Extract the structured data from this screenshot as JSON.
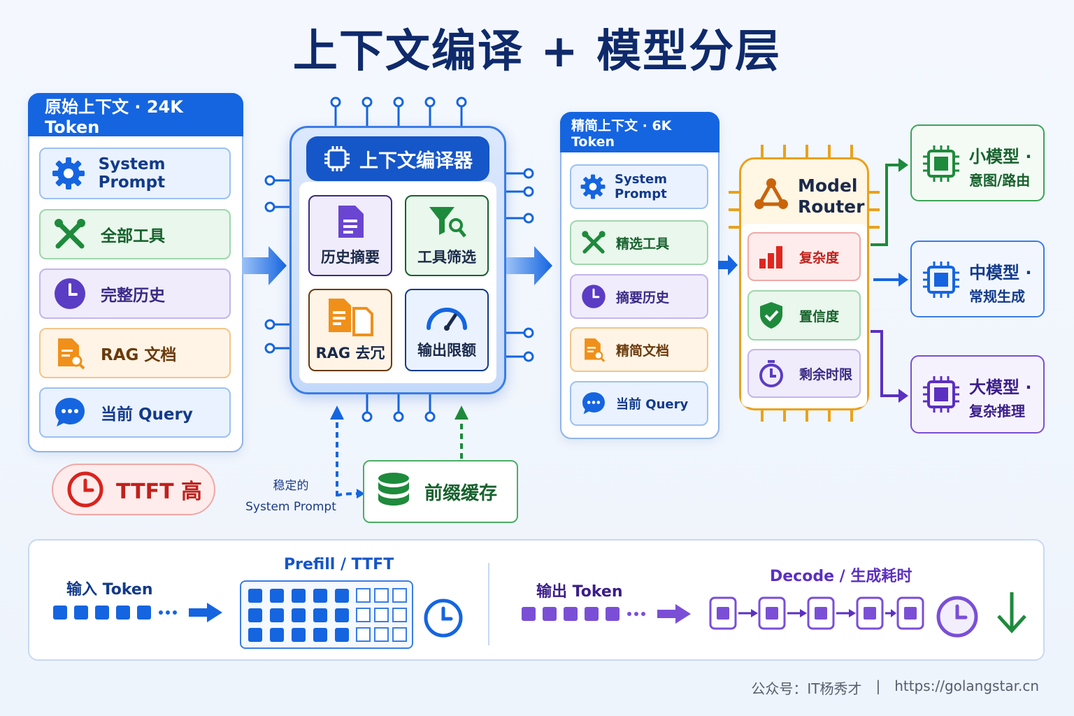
{
  "title": "上下文编译 + 模型分层",
  "original": {
    "header": "原始上下文 · 24K Token",
    "items": [
      {
        "label": "System Prompt",
        "icon": "gear-icon"
      },
      {
        "label": "全部工具",
        "icon": "tools-icon"
      },
      {
        "label": "完整历史",
        "icon": "clock-icon"
      },
      {
        "label": "RAG 文档",
        "icon": "document-search-icon"
      },
      {
        "label": "当前 Query",
        "icon": "chat-bubble-icon"
      }
    ],
    "warning": "TTFT 高"
  },
  "compiler": {
    "title": "上下文编译器",
    "cells": [
      {
        "label": "历史摘要",
        "icon": "document-icon"
      },
      {
        "label": "工具筛选",
        "icon": "filter-tool-icon"
      },
      {
        "label": "RAG 去冗",
        "icon": "files-icon"
      },
      {
        "label": "输出限额",
        "icon": "gauge-icon"
      }
    ]
  },
  "cache": {
    "label": "前缀缓存",
    "note_line1": "稳定的",
    "note_line2": "System Prompt"
  },
  "refined": {
    "header": "精简上下文 · 6K Token",
    "items": [
      {
        "label": "System Prompt",
        "icon": "gear-icon"
      },
      {
        "label": "精选工具",
        "icon": "tools-icon"
      },
      {
        "label": "摘要历史",
        "icon": "clock-icon"
      },
      {
        "label": "精简文档",
        "icon": "document-search-icon"
      },
      {
        "label": "当前 Query",
        "icon": "chat-bubble-icon"
      }
    ]
  },
  "router": {
    "title_line1": "Model",
    "title_line2": "Router",
    "factors": [
      {
        "label": "复杂度",
        "icon": "bar-chart-icon"
      },
      {
        "label": "置信度",
        "icon": "shield-check-icon"
      },
      {
        "label": "剩余时限",
        "icon": "stopwatch-icon"
      }
    ]
  },
  "models": [
    {
      "name": "小模型 ·",
      "desc": "意图/路由",
      "color": "#1e8a3c"
    },
    {
      "name": "中模型 ·",
      "desc": "常规生成",
      "color": "#1565e0"
    },
    {
      "name": "大模型 ·",
      "desc": "复杂推理",
      "color": "#5b2fc0"
    }
  ],
  "bottom": {
    "input_label": "输入 Token",
    "prefill_label": "Prefill",
    "prefill_sub": "TTFT",
    "output_label": "输出 Token",
    "decode_label": "Decode",
    "decode_sub": "生成耗时"
  },
  "footer": {
    "account": "公众号：IT杨秀才",
    "sep": "|",
    "url": "https://golangstar.cn"
  }
}
